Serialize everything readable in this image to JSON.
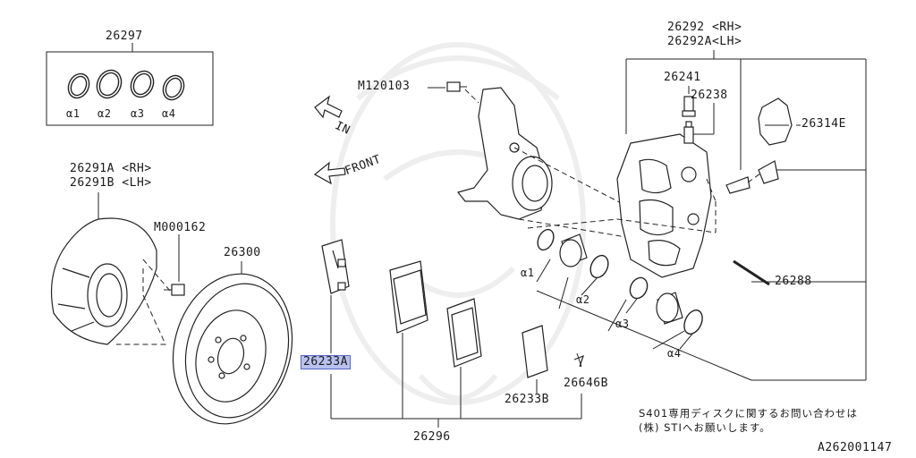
{
  "labels": {
    "p26297": "26297",
    "a1": "α1",
    "a2": "α2",
    "a3": "α3",
    "a4": "α4",
    "p26291a": "26291A <RH>",
    "p26291b": "26291B <LH>",
    "m000162": "M000162",
    "p26300": "26300",
    "m120103": "M120103",
    "in": "IN",
    "front": "FRONT",
    "p26292": "26292 <RH>",
    "p26292a": "26292A<LH>",
    "p26241": "26241",
    "p26238": "26238",
    "p26314e": "26314E",
    "pa1": "α1",
    "pa2": "α2",
    "pa3": "α3",
    "pa4": "α4",
    "p26288": "26288",
    "p26233a": "26233A",
    "p26233b": "26233B",
    "p26646b": "26646B",
    "p26296": "26296",
    "note_line1": "S401専用ディスクに関するお問い合わせは",
    "note_line2": "(株) STIへお願いします。",
    "figure_code": "A262001147"
  },
  "colors": {
    "highlight_fill": "#b9c2ef",
    "highlight_border": "#5865c8",
    "ink": "#222222"
  }
}
